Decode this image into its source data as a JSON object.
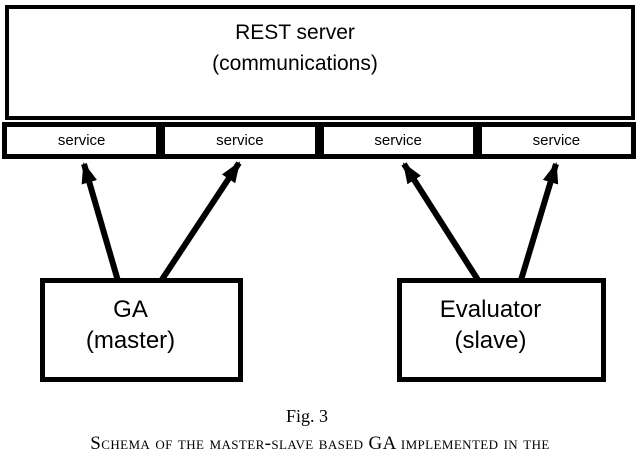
{
  "figure": {
    "rest_server": {
      "title": "REST server",
      "subtitle": "(communications)"
    },
    "services": [
      "service",
      "service",
      "service",
      "service"
    ],
    "ga_box": {
      "title": "GA",
      "subtitle": "(master)"
    },
    "evaluator_box": {
      "title": "Evaluator",
      "subtitle": "(slave)"
    },
    "connections": [
      {
        "from": "GA (master)",
        "to": "service-1"
      },
      {
        "from": "GA (master)",
        "to": "service-2"
      },
      {
        "from": "Evaluator (slave)",
        "to": "service-3"
      },
      {
        "from": "Evaluator (slave)",
        "to": "service-4"
      }
    ]
  },
  "caption": {
    "fig_label": "Fig. 3",
    "text": "Schema of the master-slave based GA implemented in the"
  },
  "colors": {
    "ink": "#000000",
    "background": "#ffffff"
  }
}
